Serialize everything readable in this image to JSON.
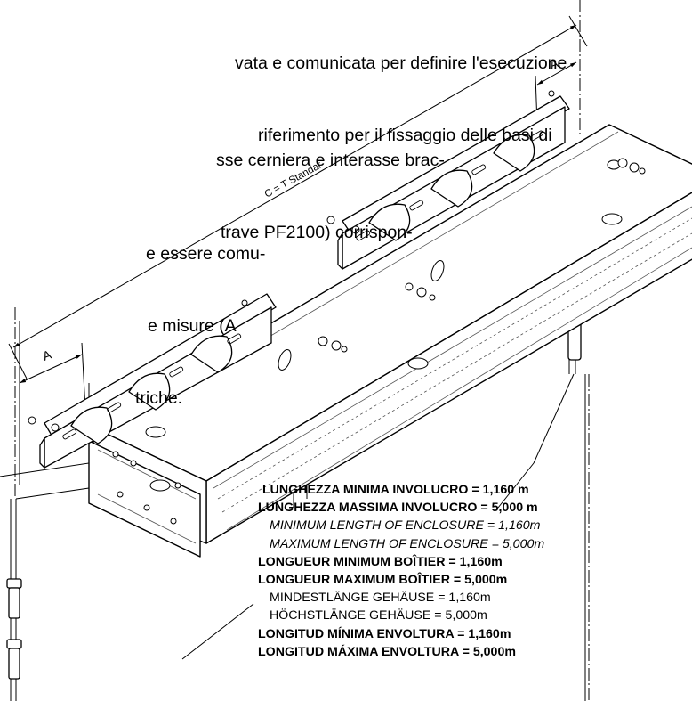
{
  "intro_text": {
    "p1": [
      "vata e comunicata per definire l'esecuzione",
      "riferimento per il fissaggio delle basi di"
    ],
    "p2": [
      "sse cerniera e interasse brac-",
      "trave PF2100) corrispon-"
    ],
    "p3": [
      "e essere comu-",
      "e misure (A",
      "triche."
    ]
  },
  "dimensions": {
    "a_label": "A",
    "c_label": "C = T  Standar"
  },
  "specs": {
    "it_min": "LUNGHEZZA MINIMA INVOLUCRO = 1,160 m",
    "it_max": "LUNGHEZZA MASSIMA INVOLUCRO = 5,000 m",
    "en_min": "MINIMUM LENGTH OF ENCLOSURE = 1,160m",
    "en_max": "MAXIMUM LENGTH OF ENCLOSURE = 5,000m",
    "fr_min": "LONGUEUR MINIMUM BOÎTIER = 1,160m",
    "fr_max": "LONGUEUR MAXIMUM BOÎTIER = 5,000m",
    "de_min": "MINDESTLÄNGE GEHÄUSE = 1,160m",
    "de_max": "HÖCHSTLÄNGE GEHÄUSE = 5,000m",
    "es_min": "LONGITUD MÍNIMA ENVOLTURA = 1,160m",
    "es_max": "LONGITUD MÁXIMA ENVOLTURA = 5,000m"
  },
  "colors": {
    "line": "#000000",
    "background": "#ffffff"
  }
}
